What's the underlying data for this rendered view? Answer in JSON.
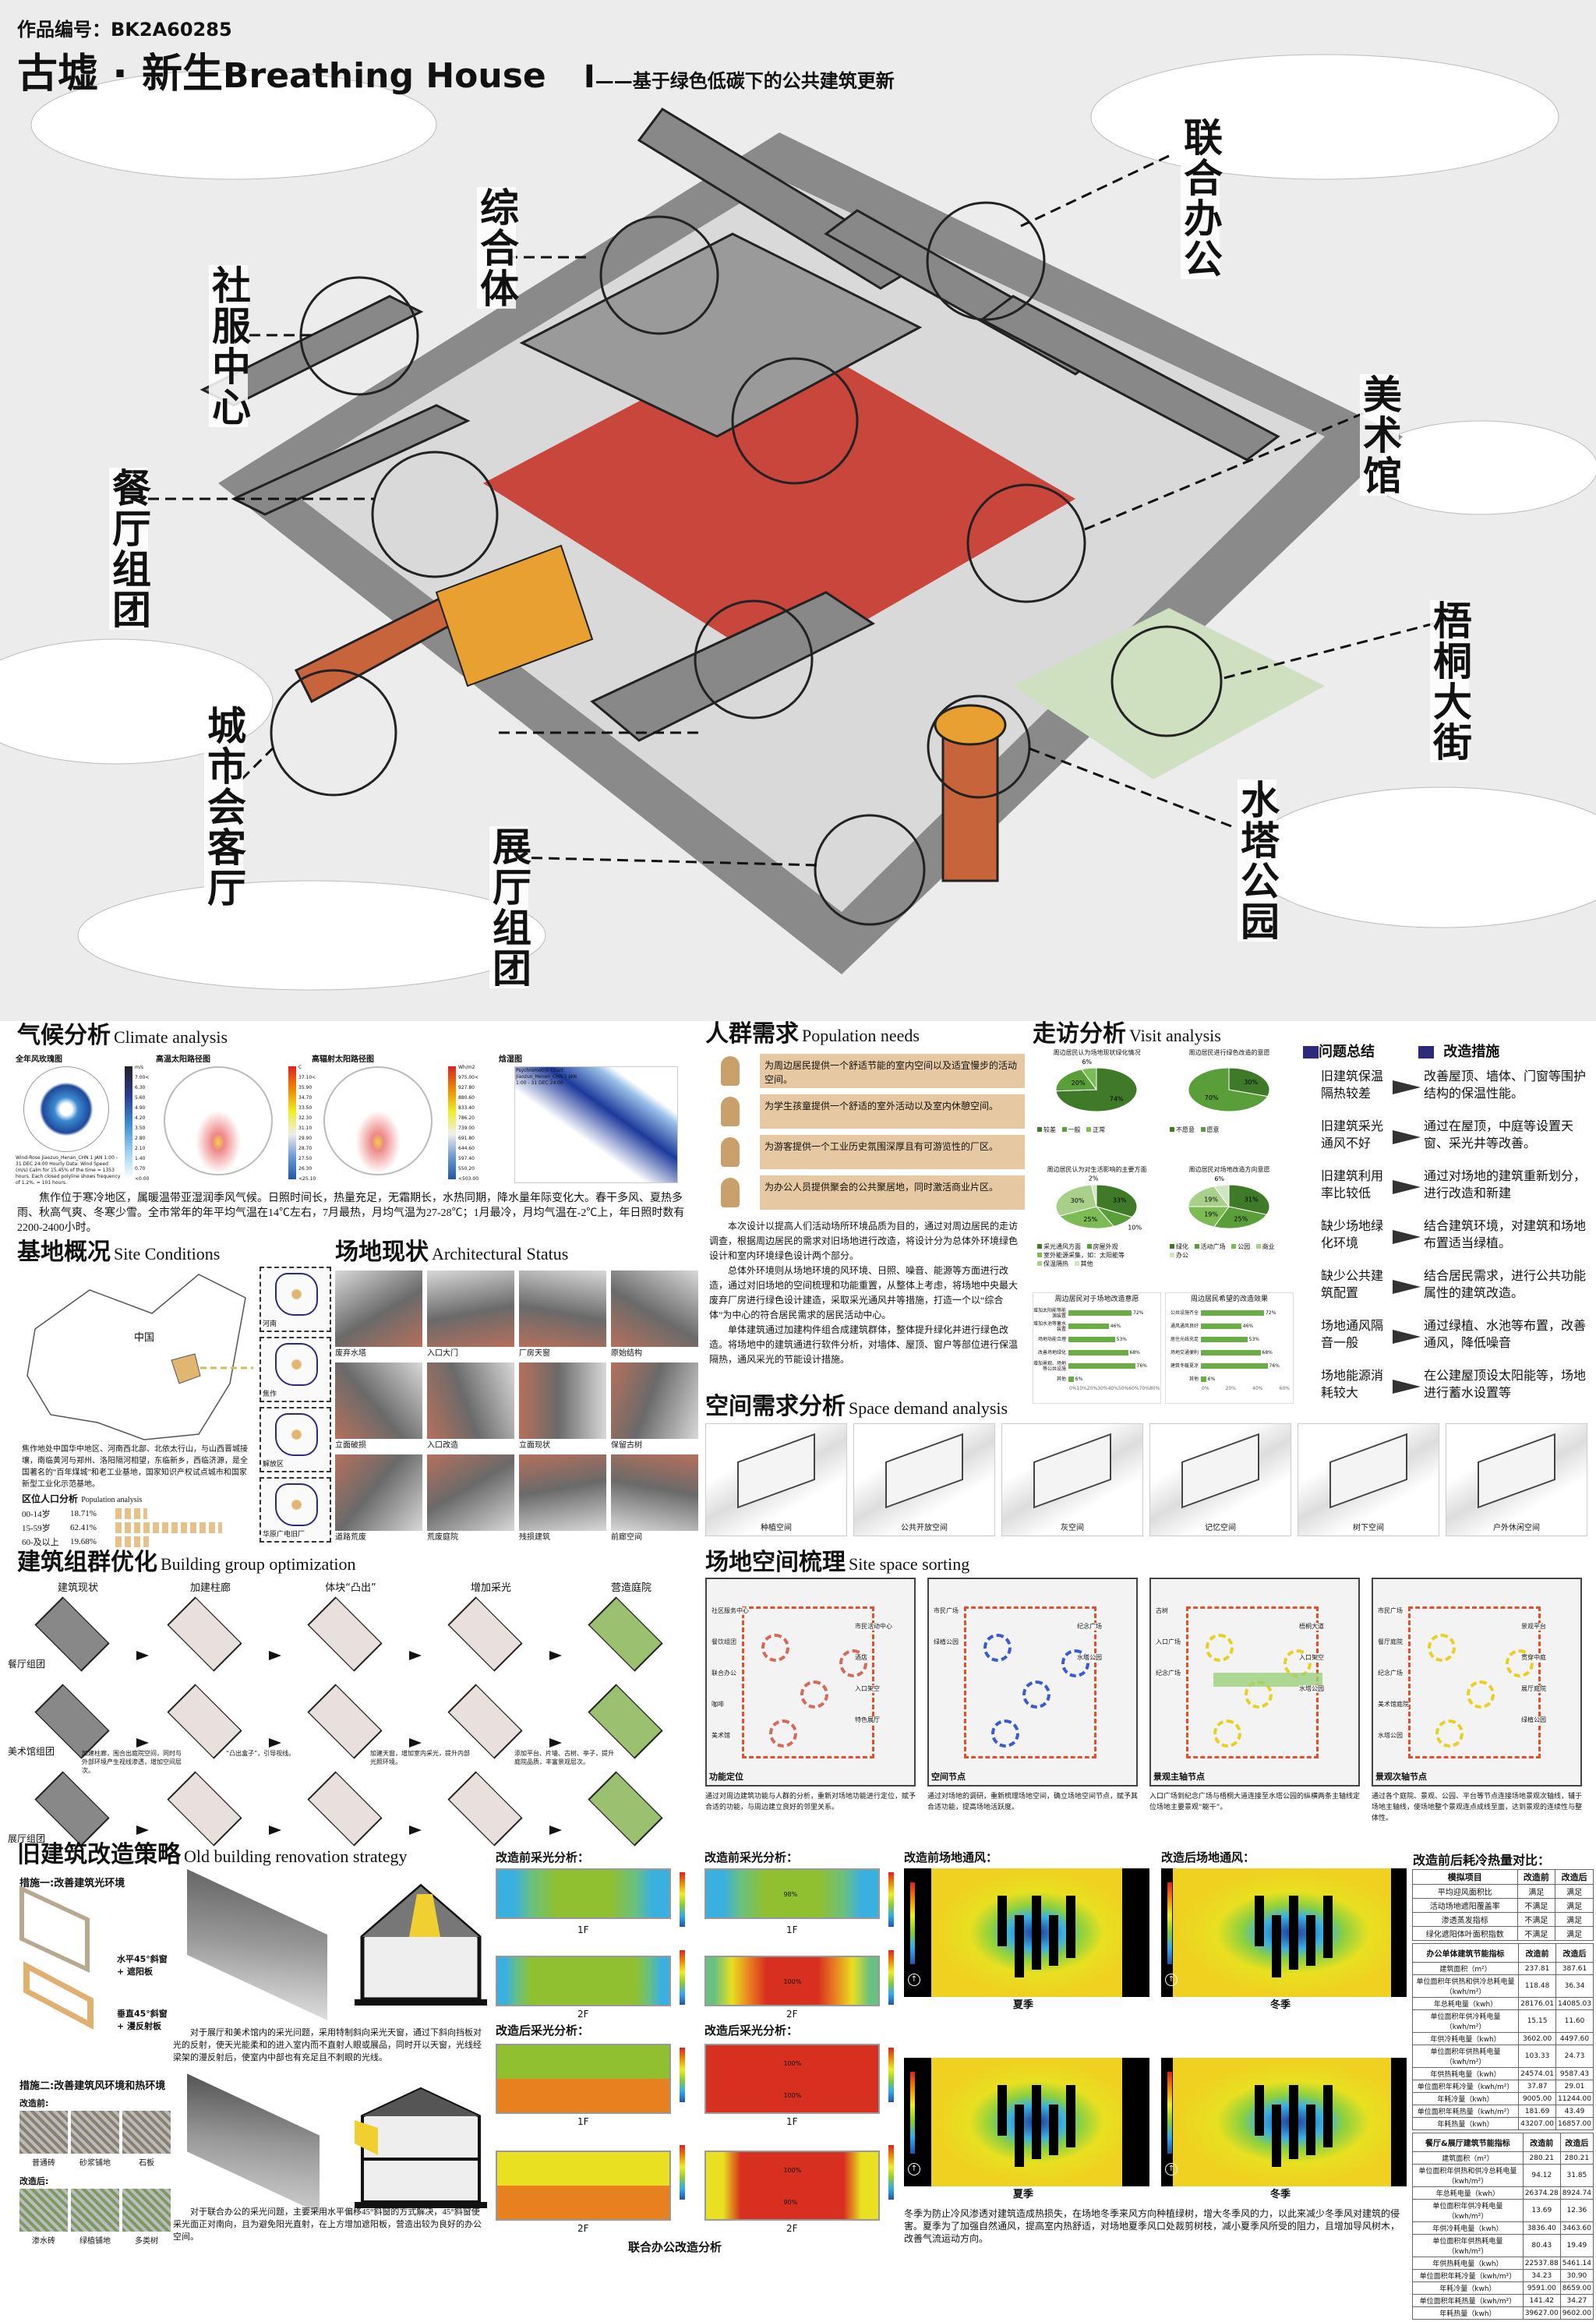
{
  "header": {
    "work_no": "作品编号：BK2A60285",
    "title_cn": "古墟 · 新生",
    "title_en": "Breathing House",
    "bar": "Ⅰ",
    "subtitle": "——基于绿色低碳下的公共建筑更新"
  },
  "hero_labels": [
    "综合体",
    "联合办公",
    "社服中心",
    "餐厅组团",
    "美术馆",
    "梧桐大街",
    "城市会客厅",
    "水塔公园",
    "展厅组团"
  ],
  "climate": {
    "title_cn": "气候分析",
    "title_en": "Climate analysis",
    "charts": [
      "全年风玫瑰图",
      "高温太阳路径图",
      "高辐射太阳路径图",
      "焓湿图"
    ],
    "windrose_note": "Wind-Rose  Jiaozuo_Henan_CHN  1 JAN 1:00 - 31 DEC 24:00  Hourly Data: Wind Speed (m/s)  Calm for 15.45% of the time = 1353 hours.  Each closed polyline shows frequency of 1.2%. = 101 hours.",
    "wind_legend": [
      "m/s",
      "7.00<",
      "6.30",
      "5.60",
      "4.90",
      "4.20",
      "3.50",
      "2.80",
      "2.10",
      "1.40",
      "0.70",
      "<0.00"
    ],
    "temp_legend": [
      "C",
      "37.10<",
      "35.90",
      "34.70",
      "33.50",
      "32.30",
      "31.10",
      "29.90",
      "28.70",
      "27.50",
      "26.30",
      "<25.10"
    ],
    "rad_legend": [
      "Wh/m2",
      "975.00<",
      "927.80",
      "880.60",
      "833.40",
      "786.20",
      "739.00",
      "691.80",
      "644.60",
      "597.40",
      "550.20",
      "<503.00"
    ],
    "psy_note": "Psychrometric Chart  Jiaozuo_Henan_CHN  1 JAN 1:00 - 31 DEC 24:00",
    "text": "焦作位于寒冷地区，属暖温带亚湿润季风气候。日照时间长，热量充足，无霜期长，水热同期，降水量年际变化大。春干多风、夏热多雨、秋高气爽、冬寒少雪。全市常年的年平均气温在14℃左右，7月最热，月均气温为27-28℃；1月最冷，月均气温在-2℃上，年日照时数有2200-2400小时。"
  },
  "site": {
    "title_cn": "基地概况",
    "title_en": "Site Conditions",
    "china": "中国",
    "maps": [
      "河南",
      "焦作",
      "解放区",
      "华原广电旧厂"
    ],
    "text": "焦作地处中国华中地区、河南西北部、北依太行山，与山西晋城接壤，南临黄河与郑州、洛阳隔河相望，东临新乡，西临济源，是全国著名的“百年煤城”和老工业基地，国家知识产权试点城市和国家新型工业化示范基地。",
    "pop_title": "区位人口分析",
    "pop_title_en": "Population analysis",
    "population": [
      {
        "age": "00-14岁",
        "pct": "18.71%",
        "value": 18.71
      },
      {
        "age": "15-59岁",
        "pct": "62.41%",
        "value": 62.41
      },
      {
        "age": "60-及以上",
        "pct": "19.68%",
        "value": 19.68
      }
    ]
  },
  "status": {
    "title_cn": "场地现状",
    "title_en": "Architectural Status",
    "photos": [
      "废弃水塔",
      "入口大门",
      "厂房天窗",
      "原始结构",
      "立面破损",
      "入口改造",
      "立面现状",
      "保留古树",
      "道路荒废",
      "荒废庭院",
      "残损建筑",
      "前廊空间"
    ]
  },
  "needs": {
    "title_cn": "人群需求",
    "title_en": "Population needs",
    "items": [
      "为周边居民提供一个舒适节能的室内空间以及适宜慢步的活动空间。",
      "为学生孩童提供一个舒适的室外活动以及室内休憩空间。",
      "为游客提供一个工业历史氛围深厚且有可游览性的厂区。",
      "为办公人员提供聚会的公共聚居地，同时激活商业片区。"
    ],
    "paras": [
      "本次设计以提高人们活动场所环境品质为目的，通过对周边居民的走访调查，根据周边居民的需求对旧场地进行改造，将设计分为总体外环境绿色设计和室内环境绿色设计两个部分。",
      "总体外环境则从场地环境的风环境、日照、噪音、能源等方面进行改造，通过对旧场地的空间梳理和功能重置，从整体上考虑，将场地中央最大废弃厂房进行绿色设计建造，采取采光通风井等措施，打造一个以“综合体”为中心的符合居民需求的居民活动中心。",
      "单体建筑通过加建构件组合成建筑群体，整体提升绿化并进行绿色改造。将场地中的建筑通进行软件分析，对墙体、屋顶、窗户等部位进行保温隔热，通风采光的节能设计措施。"
    ]
  },
  "visit": {
    "title_cn": "走访分析",
    "title_en": "Visit analysis"
  },
  "chart_data": [
    {
      "type": "pie",
      "title": "周边居民认为场地现状绿化情况",
      "labels": [
        "较差",
        "一般",
        "正常"
      ],
      "values": [
        74,
        20,
        6
      ]
    },
    {
      "type": "pie",
      "title": "周边居民进行绿色改造的意愿",
      "labels": [
        "不愿意",
        "愿意"
      ],
      "values": [
        30,
        70
      ]
    },
    {
      "type": "pie",
      "title": "周边居民认为对生活影响的主要方面",
      "labels": [
        "采光通风方面",
        "房屋外观",
        "室外能源采集，如：太阳能等",
        "保温隔热",
        "其他"
      ],
      "values": [
        33,
        10,
        25,
        30,
        2
      ]
    },
    {
      "type": "pie",
      "title": "周边居民对场地改造方向意愿",
      "labels": [
        "绿化",
        "活动广场",
        "公园",
        "商业",
        "办公"
      ],
      "values": [
        31,
        25,
        19,
        19,
        6
      ]
    },
    {
      "type": "bar",
      "title": "周边居民对于场地改造意愿",
      "categories": [
        "增加太阳能等能源装置",
        "增加水池等蓄水装置",
        "场地功能合理",
        "改善场地绿化",
        "增加景观、场地等公共设施",
        "其他"
      ],
      "values": [
        72,
        46,
        53,
        68,
        76,
        6
      ],
      "xlim": [
        0,
        80
      ],
      "ticks": [
        "0%",
        "10%",
        "20%",
        "30%",
        "40%",
        "50%",
        "60%",
        "70%",
        "80%"
      ]
    },
    {
      "type": "bar",
      "title": "周边居民希望的改造效果",
      "categories": [
        "公共设施齐全",
        "通风通风良好",
        "居住光线充足",
        "场地交通便利",
        "建筑冬暖夏凉",
        "其他"
      ],
      "values": [
        72,
        46,
        53,
        68,
        76,
        6
      ],
      "xlim": [
        0,
        80
      ],
      "ticks": [
        "0%",
        "20%",
        "40%",
        "60%"
      ]
    }
  ],
  "problems": {
    "head_left": "问题总结",
    "head_right": "改造措施",
    "items": [
      {
        "p": "旧建筑保温隔热较差",
        "m": "改善屋顶、墙体、门窗等围护结构的保温性能。"
      },
      {
        "p": "旧建筑采光通风不好",
        "m": "通过在屋顶，中庭等设置天窗、采光井等改善。"
      },
      {
        "p": "旧建筑利用率比较低",
        "m": "通过对场地的建筑重新划分，进行改造和新建"
      },
      {
        "p": "缺少场地绿化环境",
        "m": "结合建筑环境，对建筑和场地布置适当绿植。"
      },
      {
        "p": "缺少公共建筑配置",
        "m": "结合居民需求，进行公共功能属性的建筑改造。"
      },
      {
        "p": "场地通风隔音一般",
        "m": "通过绿植、水池等布置，改善通风，降低噪音"
      },
      {
        "p": "场地能源消耗较大",
        "m": "在公建屋顶设太阳能等，场地进行蓄水设置等"
      }
    ]
  },
  "space_demand": {
    "title_cn": "空间需求分析",
    "title_en": "Space demand analysis",
    "items": [
      "种植空间",
      "公共开放空间",
      "灰空间",
      "记忆空间",
      "树下空间",
      "户外休闲空间"
    ]
  },
  "group": {
    "title_cn": "建筑组群优化",
    "title_en": "Building group optimization",
    "cols": [
      "建筑现状",
      "加建柱廊",
      "体块“凸出”",
      "增加采光",
      "营造庭院"
    ],
    "rows": [
      "餐厅组团",
      "美术馆组团",
      "展厅组团"
    ],
    "notes": [
      "加建柱廊，围合出庭院空间，同时与外部环境产生视线渗透，增加空间层次。",
      "“凸出盒子”，引导视线。",
      "加建天窗，增加室内采光，提升内部光照环境。",
      "添加平台、片墙、古树、亭子，提升庭院品质，丰富景观层次。"
    ]
  },
  "sorting": {
    "title_cn": "场地空间梳理",
    "title_en": "Site space sorting",
    "panels": [
      {
        "name": "功能定位",
        "labels": [
          "社区服务中心",
          "市民活动中心",
          "餐饮组团",
          "酒店",
          "联合办公",
          "入口架空",
          "咖啡",
          "特色展厅",
          "美术馆"
        ],
        "text": "通过对周边建筑功能与人群的分析，重新对场地功能进行定位，赋予合适的功能，与周边建立良好的邻里关系。"
      },
      {
        "name": "空间节点",
        "labels": [
          "市民广场",
          "纪念广场",
          "绿植公园",
          "水塔公园"
        ],
        "text": "通过对场地的调研，重新梳理场地空间，确立场地空间节点，赋予其合适功能，提高场地活跃度。"
      },
      {
        "name": "景观主轴节点",
        "labels": [
          "古树",
          "梧桐大道",
          "入口广场",
          "入口架空",
          "纪念广场",
          "水塔公园"
        ],
        "text": "入口广场到纪念广场与梧桐大道连接至水塔公园的纵横两条主轴线定位场地主要景观“躯干”。"
      },
      {
        "name": "景观次轴节点",
        "labels": [
          "市民广场",
          "景观平台",
          "餐厅庭院",
          "贯穿中庭",
          "纪念广场",
          "展厅庭院",
          "美术馆庭院",
          "绿植公园",
          "水塔公园"
        ],
        "text": "通过各个庭院、景观、公园、平台等节点连接场地景观次轴线，辅于场地主轴线，使场地整个景观连点成线至面，达到景观的连续性与整体性。"
      }
    ]
  },
  "renovation": {
    "title_cn": "旧建筑改造策略",
    "title_en": "Old building renovation strategy",
    "m1": "措施一:改善建筑光环境",
    "m1a": "水平45°斜窗 + 遮阳板",
    "m1b": "垂直45°斜窗 + 漫反射板",
    "m1_text": "对于展厅和美术馆内的采光问题，采用特制斜向采光天窗，通过下斜向挡板对光的反射，使天光能柔和的进入室内而不直射人眼或展品，同时开以天窗，光线经梁架的漫反射后，使室内中部也有充足且不刺眼的光线。",
    "m2": "措施二:改善建筑风环境和热环境",
    "before": "改造前:",
    "after": "改造后:",
    "before_items": [
      "普通砖",
      "砂浆铺地",
      "石板"
    ],
    "after_items": [
      "渗水砖",
      "绿植铺地",
      "多类树"
    ],
    "m2_text": "对于联合办公的采光问题，主要采用水平偏移45°斜窗的方式解决，45°斜窗使采光面正对南向，且为避免阳光直射，在上方增加遮阳板，营造出较为良好的办公空间。"
  },
  "daylight": {
    "before": "改造前采光分析：",
    "after": "改造后采光分析：",
    "f1": "1F",
    "f2": "2F",
    "caption": "联合办公改造分析",
    "pct": [
      "98%",
      "100%",
      "100%",
      "100%",
      "100%",
      "90%"
    ]
  },
  "wind": {
    "before": "改造前场地通风：",
    "after": "改造后场地通风：",
    "summer": "夏季",
    "winter": "冬季",
    "text": "冬季为防止冷风渗透对建筑造成热损失，在场地冬季来风方向种植绿树，增大冬季风的力，以此来减少冬季风对建筑的侵害。夏季为了加强自然通风，提高室内热舒适，对场地夏季风口处裁剪树枝，减小夏季风所受的阻力，且增加导风树木，改善气流运动方向。"
  },
  "energy": {
    "title": "改造前后耗冷热量对比：",
    "t1": {
      "head": [
        "模拟项目",
        "改造前",
        "改造后"
      ],
      "rows": [
        [
          "平均迎风面积比",
          "满足",
          "满足"
        ],
        [
          "活动场地遮阳覆盖率",
          "不满足",
          "满足"
        ],
        [
          "渗透蒸发指标",
          "不满足",
          "满足"
        ],
        [
          "绿化遮阳体叶面积指数",
          "不满足",
          "满足"
        ]
      ]
    },
    "t2": {
      "head": [
        "办公单体建筑节能指标",
        "改造前",
        "改造后"
      ],
      "rows": [
        [
          "建筑面积（m²）",
          "237.81",
          "387.61"
        ],
        [
          "单位面积年供热和供冷总耗电量（kwh/m²）",
          "118.48",
          "36.34"
        ],
        [
          "年总耗电量（kwh）",
          "28176.01",
          "14085.03"
        ],
        [
          "单位面积年供冷耗电量（kwh/m²）",
          "15.15",
          "11.60"
        ],
        [
          "年供冷耗电量（kwh）",
          "3602.00",
          "4497.60"
        ],
        [
          "单位面积年供热耗电量（kwh/m²）",
          "103.33",
          "24.73"
        ],
        [
          "年供热耗电量（kwh）",
          "24574.01",
          "9587.43"
        ],
        [
          "单位面积年耗冷量（kwh/m²）",
          "37.87",
          "29.01"
        ],
        [
          "年耗冷量（kwh）",
          "9005.00",
          "11244.00"
        ],
        [
          "单位面积年耗热量（kwh/m²）",
          "181.69",
          "43.49"
        ],
        [
          "年耗热量（kwh）",
          "43207.00",
          "16857.00"
        ]
      ]
    },
    "t3": {
      "head": [
        "餐厅&展厅建筑节能指标",
        "改造前",
        "改造后"
      ],
      "rows": [
        [
          "建筑面积（m²）",
          "280.21",
          "280.21"
        ],
        [
          "单位面积年供热和供冷总耗电量（kwh/m²）",
          "94.12",
          "31.85"
        ],
        [
          "年总耗电量（kwh）",
          "26374.28",
          "8924.74"
        ],
        [
          "单位面积年供冷耗电量（kwh/m²）",
          "13.69",
          "12.36"
        ],
        [
          "年供冷耗电量（kwh）",
          "3836.40",
          "3463.60"
        ],
        [
          "单位面积年供热耗电量（kwh/m²）",
          "80.43",
          "19.49"
        ],
        [
          "年供热耗电量（kwh）",
          "22537.88",
          "5461.14"
        ],
        [
          "单位面积年耗冷量（kwh/m²）",
          "34.23",
          "30.90"
        ],
        [
          "年耗冷量（kwh）",
          "9591.00",
          "8659.00"
        ],
        [
          "单位面积年耗热量（kwh/m²）",
          "141.42",
          "34.27"
        ],
        [
          "年耗热量（kwh）",
          "39627.00",
          "9602.00"
        ]
      ]
    }
  },
  "colors": {
    "accent": "#2e2a7a",
    "tan": "#e6c9a2",
    "green": "#5a9e3a",
    "brick": "#c8643c",
    "plaza": "#c8463c"
  }
}
